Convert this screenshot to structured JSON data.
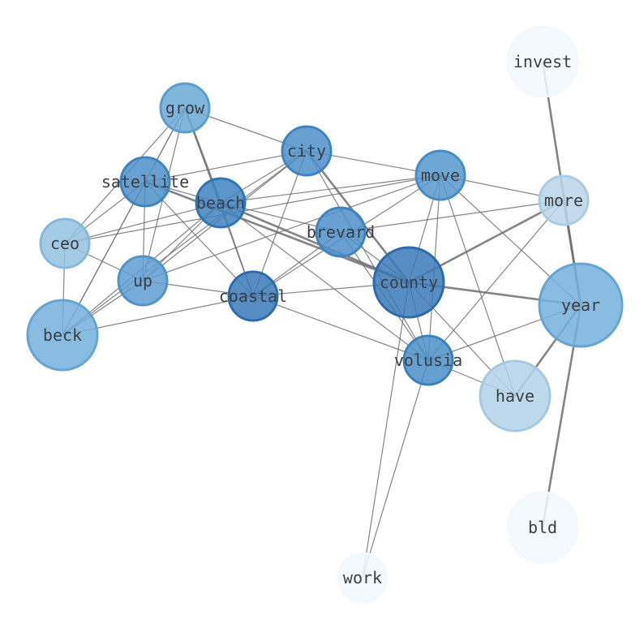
{
  "nodes": [
    {
      "id": "invest",
      "label": "invest",
      "color": "#f2f8fd",
      "border": "#f2f8fd"
    },
    {
      "id": "grow",
      "label": "grow",
      "color": "#6aa8d6",
      "border": "#5b9dcf"
    },
    {
      "id": "city",
      "label": "city",
      "color": "#4e91c9",
      "border": "#3f83c0"
    },
    {
      "id": "move",
      "label": "move",
      "color": "#5598cc",
      "border": "#468bc3"
    },
    {
      "id": "satellite",
      "label": "satellite",
      "color": "#4e91c9",
      "border": "#3f83c0"
    },
    {
      "id": "beach",
      "label": "beach",
      "color": "#3e83c0",
      "border": "#2f76b6"
    },
    {
      "id": "more",
      "label": "more",
      "color": "#b8d5ea",
      "border": "#a9cce5"
    },
    {
      "id": "ceo",
      "label": "ceo",
      "color": "#94c2e2",
      "border": "#85b8dc"
    },
    {
      "id": "brevard",
      "label": "brevard",
      "color": "#4e91c9",
      "border": "#3f83c0"
    },
    {
      "id": "up",
      "label": "up",
      "color": "#5e9ed0",
      "border": "#4f93c9"
    },
    {
      "id": "county",
      "label": "county",
      "color": "#3a79b8",
      "border": "#2e6bad"
    },
    {
      "id": "coastal",
      "label": "coastal",
      "color": "#3a79b8",
      "border": "#2e6bad"
    },
    {
      "id": "year",
      "label": "year",
      "color": "#74b0da",
      "border": "#64a5d4"
    },
    {
      "id": "beck",
      "label": "beck",
      "color": "#74b0da",
      "border": "#64a5d4"
    },
    {
      "id": "volusia",
      "label": "volusia",
      "color": "#4a8fc8",
      "border": "#3a82bf"
    },
    {
      "id": "have",
      "label": "have",
      "color": "#b3d2e9",
      "border": "#a6c9e3"
    },
    {
      "id": "bld",
      "label": "bld",
      "color": "#f2f8fd",
      "border": "#f2f8fd"
    },
    {
      "id": "work",
      "label": "work",
      "color": "#f2f8fd",
      "border": "#f2f8fd"
    }
  ],
  "edges": [
    {
      "source": "invest",
      "target": "year",
      "weight": 2
    },
    {
      "source": "year",
      "target": "bld",
      "weight": 2
    },
    {
      "source": "year",
      "target": "have",
      "weight": 2
    },
    {
      "source": "year",
      "target": "county",
      "weight": 2
    },
    {
      "source": "year",
      "target": "more",
      "weight": 2
    },
    {
      "source": "year",
      "target": "volusia",
      "weight": 1
    },
    {
      "source": "year",
      "target": "move",
      "weight": 1
    },
    {
      "source": "more",
      "target": "county",
      "weight": 2
    },
    {
      "source": "more",
      "target": "move",
      "weight": 1
    },
    {
      "source": "more",
      "target": "volusia",
      "weight": 1
    },
    {
      "source": "more",
      "target": "brevard",
      "weight": 1
    },
    {
      "source": "grow",
      "target": "city",
      "weight": 1
    },
    {
      "source": "grow",
      "target": "satellite",
      "weight": 1
    },
    {
      "source": "grow",
      "target": "beach",
      "weight": 2
    },
    {
      "source": "grow",
      "target": "ceo",
      "weight": 1
    },
    {
      "source": "grow",
      "target": "beck",
      "weight": 1
    },
    {
      "source": "grow",
      "target": "up",
      "weight": 1
    },
    {
      "source": "grow",
      "target": "coastal",
      "weight": 1
    },
    {
      "source": "city",
      "target": "county",
      "weight": 2
    },
    {
      "source": "city",
      "target": "beach",
      "weight": 1
    },
    {
      "source": "city",
      "target": "satellite",
      "weight": 1
    },
    {
      "source": "city",
      "target": "move",
      "weight": 1
    },
    {
      "source": "city",
      "target": "up",
      "weight": 1
    },
    {
      "source": "city",
      "target": "coastal",
      "weight": 1
    },
    {
      "source": "city",
      "target": "volusia",
      "weight": 1
    },
    {
      "source": "city",
      "target": "beck",
      "weight": 1
    },
    {
      "source": "move",
      "target": "beach",
      "weight": 1
    },
    {
      "source": "move",
      "target": "county",
      "weight": 1
    },
    {
      "source": "move",
      "target": "volusia",
      "weight": 1
    },
    {
      "source": "move",
      "target": "have",
      "weight": 1
    },
    {
      "source": "move",
      "target": "coastal",
      "weight": 1
    },
    {
      "source": "move",
      "target": "ceo",
      "weight": 1
    },
    {
      "source": "satellite",
      "target": "beach",
      "weight": 1
    },
    {
      "source": "satellite",
      "target": "county",
      "weight": 2
    },
    {
      "source": "satellite",
      "target": "up",
      "weight": 1
    },
    {
      "source": "satellite",
      "target": "ceo",
      "weight": 1
    },
    {
      "source": "satellite",
      "target": "coastal",
      "weight": 1
    },
    {
      "source": "satellite",
      "target": "beck",
      "weight": 1
    },
    {
      "source": "beach",
      "target": "county",
      "weight": 2
    },
    {
      "source": "beach",
      "target": "brevard",
      "weight": 1
    },
    {
      "source": "beach",
      "target": "up",
      "weight": 1
    },
    {
      "source": "beach",
      "target": "ceo",
      "weight": 1
    },
    {
      "source": "beach",
      "target": "volusia",
      "weight": 1
    },
    {
      "source": "beach",
      "target": "beck",
      "weight": 1
    },
    {
      "source": "beach",
      "target": "coastal",
      "weight": 1
    },
    {
      "source": "brevard",
      "target": "coastal",
      "weight": 1
    },
    {
      "source": "brevard",
      "target": "county",
      "weight": 1
    },
    {
      "source": "brevard",
      "target": "volusia",
      "weight": 1
    },
    {
      "source": "ceo",
      "target": "up",
      "weight": 1
    },
    {
      "source": "ceo",
      "target": "beck",
      "weight": 1
    },
    {
      "source": "up",
      "target": "coastal",
      "weight": 1
    },
    {
      "source": "up",
      "target": "beck",
      "weight": 1
    },
    {
      "source": "up",
      "target": "move",
      "weight": 1
    },
    {
      "source": "coastal",
      "target": "county",
      "weight": 1
    },
    {
      "source": "coastal",
      "target": "volusia",
      "weight": 1
    },
    {
      "source": "coastal",
      "target": "beck",
      "weight": 1
    },
    {
      "source": "county",
      "target": "volusia",
      "weight": 1
    },
    {
      "source": "county",
      "target": "have",
      "weight": 1
    },
    {
      "source": "county",
      "target": "work",
      "weight": 1
    },
    {
      "source": "volusia",
      "target": "have",
      "weight": 1
    },
    {
      "source": "volusia",
      "target": "work",
      "weight": 1
    }
  ]
}
